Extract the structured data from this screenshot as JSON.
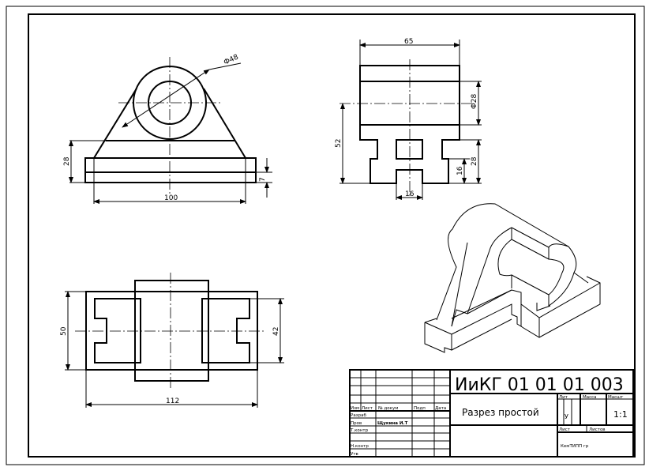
{
  "drawing": {
    "dimensions": {
      "front_width": "100",
      "front_height": "28",
      "front_plate": "7",
      "bore_diameter": "Ф48",
      "side_width": "65",
      "side_bore": "Ф28",
      "side_height": "52",
      "side_step": "28",
      "side_slot_height": "16",
      "side_slot_width": "16",
      "top_width": "112",
      "top_height": "50",
      "top_inner": "42"
    }
  },
  "title_block": {
    "designation": "ИиКГ 01 01 01 003",
    "name": "Разрез простой",
    "headers": {
      "izm": "Изм",
      "list": "Лист",
      "doc": "№ докум",
      "sign": "Подп",
      "date": "Дата"
    },
    "roles": {
      "developer": "Разраб",
      "checker": "Пров",
      "tech_control": "Т.контр",
      "norm_control": "Н.контр",
      "approved": "Утв"
    },
    "checker_name": "Щукина И.Т",
    "lit_label": "Лит",
    "mass_label": "Масса",
    "scale_label": "Масшт",
    "lit_value": "У",
    "scale_value": "1:1",
    "sheet_label": "Лист",
    "sheets_label": "Листов",
    "organization": "КемТИПП гр"
  }
}
